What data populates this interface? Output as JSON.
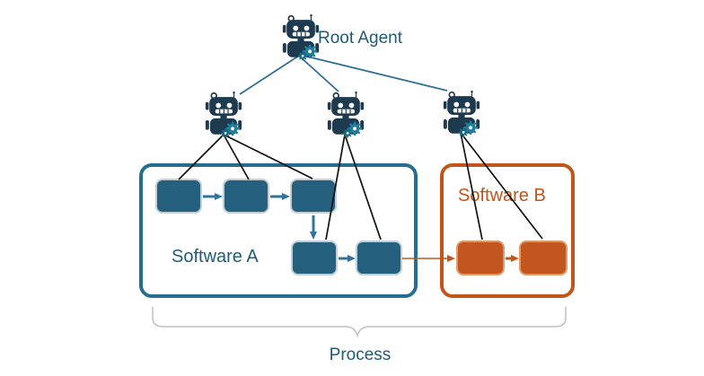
{
  "colors": {
    "teal_fill": "#25607e",
    "teal_box_edge": "#c3ced6",
    "teal_border": "#256e8f",
    "teal_arrow": "#2e74a0",
    "teal_text": "#1e5c78",
    "orange_fill": "#c2561e",
    "orange_border": "#c3541a",
    "orange_box_edge": "#dd9a6b",
    "orange_text": "#c0541d",
    "robot_navy": "#1d3a4e",
    "gear_teal": "#1e7fa3",
    "gear_teal_dark": "#186b85",
    "edge_black": "#111111",
    "tree_edge": "#2e6f94",
    "brace_gray": "#c0c0c0",
    "background": "#ffffff"
  },
  "hierarchy": {
    "root": {
      "label": "Root Agent",
      "icon": "robot-icon"
    },
    "agents": [
      {
        "id": "agent-1",
        "icon": "robot-icon",
        "delegates_to": [
          "software-a-step-1",
          "software-a-step-2",
          "software-a-step-3"
        ]
      },
      {
        "id": "agent-2",
        "icon": "robot-icon",
        "delegates_to": [
          "software-a-step-4",
          "software-a-step-5"
        ]
      },
      {
        "id": "agent-3",
        "icon": "robot-icon",
        "delegates_to": [
          "software-b-step-1",
          "software-b-step-2"
        ]
      }
    ]
  },
  "software_a": {
    "label": "Software A",
    "step_count": 5
  },
  "software_b": {
    "label": "Software B",
    "step_count": 2
  },
  "process": {
    "label": "Process"
  }
}
